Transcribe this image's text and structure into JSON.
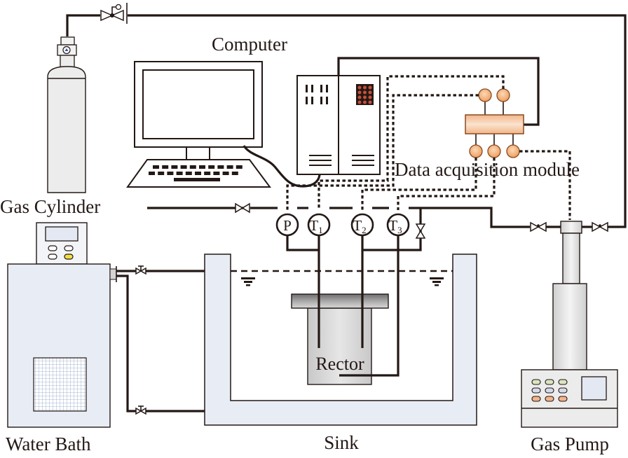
{
  "figure": {
    "type": "experimental apparatus schematic",
    "labels": {
      "computer": "Computer",
      "gas_cylinder": "Gas Cylinder",
      "data_acquisition_module": "Data acquisition module",
      "water_bath": "Water Bath",
      "sink": "Sink",
      "reactor": "Rector",
      "gas_pump": "Gas Pump"
    },
    "gauges": [
      {
        "id": "P",
        "main": "P",
        "sub": ""
      },
      {
        "id": "T1",
        "main": "T",
        "sub": "1"
      },
      {
        "id": "T2",
        "main": "T",
        "sub": "2"
      },
      {
        "id": "T3",
        "main": "T",
        "sub": "3"
      }
    ],
    "colors": {
      "line": "#231815",
      "equipment_fill": "#e8edf5",
      "module_fill": "#f5c49a",
      "module_node": "#f0a86a",
      "server_led": "#c4503a",
      "bath_button_highlight": "#f0e040",
      "pump_buttons": [
        "#d9e4c0",
        "#d4dbe8",
        "#f2b48a"
      ]
    }
  }
}
